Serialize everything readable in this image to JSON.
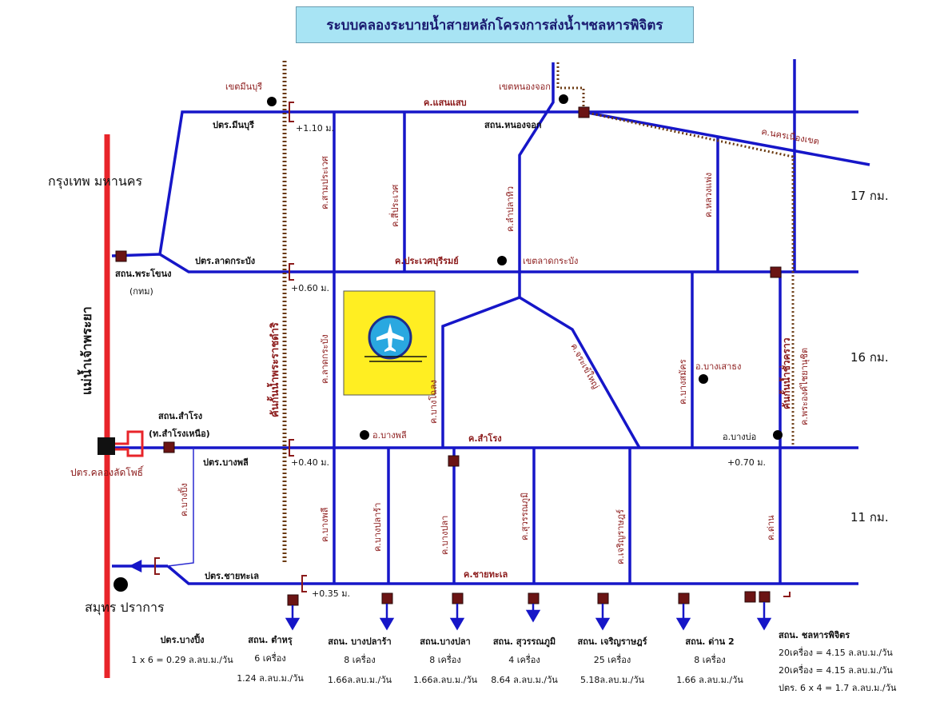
{
  "title": "ระบบคลองระบายน้ำสายหลักโครงการส่งน้ำฯชลหารพิจิตร",
  "colors": {
    "canal": "#1616c8",
    "river": "#e8242a",
    "station": "#6b1414",
    "label": "#8b1a1a",
    "dike": "#6b3a10",
    "airport": "#ffee22"
  },
  "labels": {
    "bangkok": "กรุงเทพ   มหานคร",
    "river": "แม่น้ำเจ้าพระยา",
    "samut_prakan": "สมุทร ปราการ",
    "dike": "คันกั้นน้ำพระราชดำริ",
    "dike_east": "คันกั้นน้ำชั่วคราว",
    "min_buri": "เขตมีนบุรี",
    "nong_chok": "เขตหนองจอก",
    "lat_krabang": "เขตลาดกระบัง",
    "bang_phli": "อ.บางพลี",
    "bang_sao_thong": "อ.บางเสาธง",
    "bang_bo": "อ.บางบ่อ",
    "k_saen_saep": "ค.แสนแสบ",
    "k_nakhon_nueang": "ค.นครเนื่องเขต",
    "k_prawet": "ค.ประเวศบุรีรมย์",
    "k_samrong": "ค.สำโรง",
    "k_chai_thale": "ค.ชายทะเล",
    "k_sam_prawet": "ค.สามประเวศ",
    "k_si_prawet": "ค.สี่ประเวศ",
    "k_lam_pla_thio": "ค.ลำปลาทิว",
    "k_luang_phaeng": "ค.หลวงแพ่ง",
    "k_lat_krabang": "ค.ลาดกระบัง",
    "k_bang_chalong": "ค.บางโฉลง",
    "k_chorakhe_yai": "ค.จระเข้ใหญ่",
    "k_bang_samak": "ค.บางสมัคร",
    "k_prawet_yai": "ค.พระองค์ไชยานุชิต",
    "k_bang_phli": "ค.บางพลี",
    "k_bang_pla_ra": "ค.บางปลาร้า",
    "k_bang_pla": "ค.บางปลา",
    "k_suwannaphum": "ค.สุวรรณภูมิ",
    "k_charoen_rat": "ค.เจริญราษฎร์",
    "k_dan": "ค.ด่าน",
    "k_bang_ping": "ค.บางปิ้ง",
    "sta_min_buri": "ปตร.มีนบุรี",
    "sta_nong_chok": "สถน.หนองจอก",
    "sta_lat_krabang": "ปตร.ลาดกระบัง",
    "sta_phra_khanong": "สถน.พระโขนง",
    "sta_phra_khanong_sub": "(กทม)",
    "sta_samrong": "สถน.สำโรง",
    "sta_samrong_sub": "(ท.สำโรงเหนือ)",
    "sta_bang_phli": "ปตร.บางพลี",
    "sta_khlong_lat_pho": "ปตร.คลองลัดโพธิ์",
    "sta_chai_thale": "ปตร.ชายทะเล",
    "lvl_1": "+1.10 ม.",
    "lvl_2": "+0.60 ม.",
    "lvl_3": "+0.40 ม.",
    "lvl_4": "+0.35 ม.",
    "lvl_5": "+0.70 ม.",
    "dist_17": "17 กม.",
    "dist_16": "16 กม.",
    "dist_11": "11 กม."
  },
  "pumps": [
    {
      "name": "ปตร.บางปิ้ง",
      "units": "",
      "rate": "1 x 6 = 0.29 ล.ลบ.ม./วัน"
    },
    {
      "name": "สถน. ตำหรุ",
      "units": "6 เครื่อง",
      "rate": "1.24 ล.ลบ.ม./วัน"
    },
    {
      "name": "สถน. บางปลาร้า",
      "units": "8 เครื่อง",
      "rate": "1.66ล.ลบ.ม./วัน"
    },
    {
      "name": "สถน.บางปลา",
      "units": "8 เครื่อง",
      "rate": "1.66ล.ลบ.ม./วัน"
    },
    {
      "name": "สถน. สุวรรณภูมิ",
      "units": "4 เครื่อง",
      "rate": "8.64 ล.ลบ.ม./วัน"
    },
    {
      "name": "สถน. เจริญราษฎร์",
      "units": "25 เครื่อง",
      "rate": "5.18ล.ลบ.ม./วัน"
    },
    {
      "name": "สถน. ด่าน 2",
      "units": "8 เครื่อง",
      "rate": "1.66 ล.ลบ.ม./วัน"
    }
  ],
  "chonlahan": {
    "name": "สถน. ชลหารพิจิตร",
    "lines": [
      "20เครื่อง = 4.15 ล.ลบ.ม./วัน",
      "20เครื่อง = 4.15 ล.ลบ.ม./วัน",
      "ปตร. 6 x 4 = 1.7 ล.ลบ.ม./วัน"
    ]
  }
}
